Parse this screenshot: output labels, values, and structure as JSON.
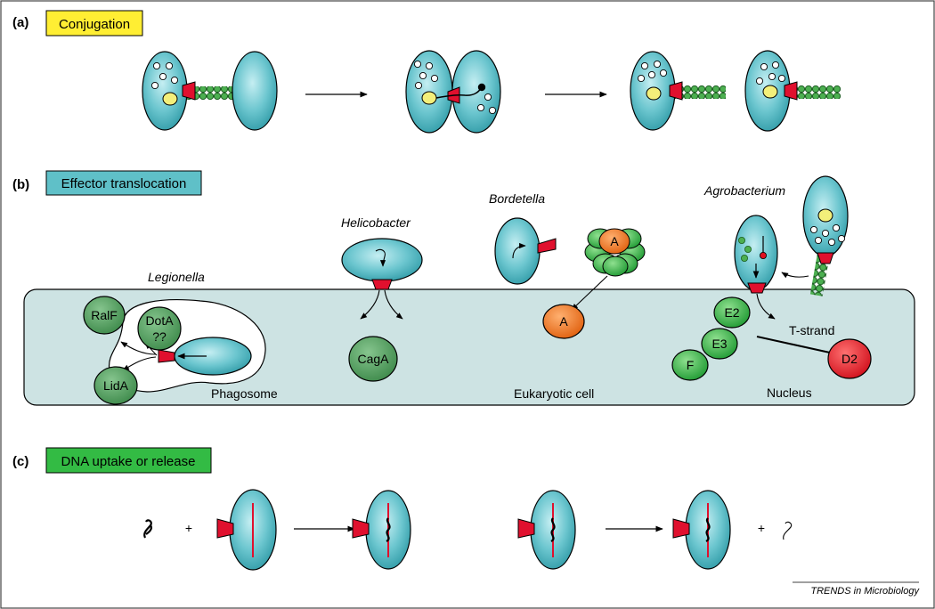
{
  "panels": {
    "a": {
      "letter": "(a)",
      "title": "Conjugation",
      "color": "#ffee33"
    },
    "b": {
      "letter": "(b)",
      "title": "Effector translocation",
      "color": "#5fc0c8"
    },
    "c": {
      "letter": "(c)",
      "title": "DNA uptake or release",
      "color": "#33bb44"
    }
  },
  "organisms": {
    "legionella": "Legionella",
    "helicobacter": "Helicobacter",
    "bordetella": "Bordetella",
    "agrobacterium": "Agrobacterium"
  },
  "effectors": {
    "ralf": "RalF",
    "dota": "DotA",
    "unknown": "??",
    "lida": "LidA",
    "caga": "CagA",
    "a_toxin": "A",
    "a_free": "A",
    "e2": "E2",
    "e3": "E3",
    "f": "F",
    "d2": "D2"
  },
  "regions": {
    "phagosome": "Phagosome",
    "eukaryotic_cell": "Eukaryotic cell",
    "nucleus": "Nucleus",
    "t_strand": "T-strand"
  },
  "symbols": {
    "plus": "+"
  },
  "credit": "TRENDS in Microbiology",
  "colors": {
    "cell_fill": "#4bb3bd",
    "secretion_system": "#e0102e",
    "pilus": "#4caf50",
    "eukaryotic_cell": "#cde3e3",
    "effector_dark_green": "#4e9a5a",
    "effector_orange": "#f07020",
    "effector_bright_green": "#33b34a",
    "effector_red": "#e01020",
    "nucleoid": "#f3ef7a",
    "dna_strand": "#e0102e"
  }
}
